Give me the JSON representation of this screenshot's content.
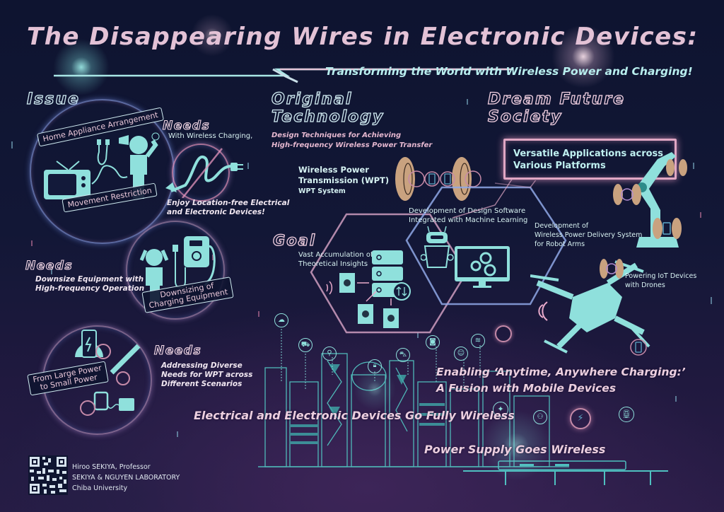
{
  "header": {
    "title": "The Disappearing Wires in Electronic Devices:",
    "subtitle": "Transforming the World with Wireless Power and Charging!"
  },
  "issue": {
    "heading": "Issue",
    "tags": {
      "home_appliance": "Home Appliance Arrangement",
      "movement": "Movement Restriction",
      "downsizing_line1": "Downsizing of",
      "downsizing_line2": "Charging Equipment",
      "large_small_line1": "From Large Power",
      "large_small_line2": "to Small Power"
    }
  },
  "needs": [
    {
      "heading": "Needs",
      "intro": "With Wireless Charging,",
      "lines": [
        "Enjoy Location-free Electrical",
        "and Electronic Devices!"
      ]
    },
    {
      "heading": "Needs",
      "lines": [
        "Downsize Equipment with",
        "High-frequency Operation"
      ]
    },
    {
      "heading": "Needs",
      "lines": [
        "Addressing Diverse",
        "Needs for WPT across",
        "Different Scenarios"
      ]
    }
  ],
  "original_technology": {
    "heading_line1": "Original",
    "heading_line2": "Technology",
    "desc_line1": "Design Techniques for Achieving",
    "desc_line2": "High-frequency Wireless Power Transfer",
    "wpt_line1": "Wireless Power",
    "wpt_line2": "Transmission (WPT)",
    "wpt_system": "WPT System"
  },
  "goal": {
    "heading": "Goal",
    "insights_line1": "Vast Accumulation of",
    "insights_line2": "Theoretical Insights",
    "software_line1": "Development of Design Software",
    "software_line2": "Integrated with Machine Learning"
  },
  "dream_future": {
    "heading_line1": "Dream Future",
    "heading_line2": "Society",
    "box_line1": "Versatile Applications across",
    "box_line2": "Various Platforms",
    "robot_line1": "Development of",
    "robot_line2": "Wireless Power Delivery System",
    "robot_line3": "for Robot Arms",
    "drone_line1": "Powering IoT Devices",
    "drone_line2": "with Drones"
  },
  "city": {
    "mobile_line1": "Enabling ‘Anytime, Anywhere Charging:’",
    "mobile_line2": "A Fusion with Mobile Devices",
    "fully_wireless": "Electrical and Electronic Devices Go Fully Wireless",
    "power_supply": "Power Supply Goes Wireless",
    "icons": [
      "cloud-icon",
      "cart-icon",
      "search-icon",
      "lock-icon",
      "car-icon",
      "camera-icon",
      "robot-face-icon",
      "wifi-icon",
      "lightbulb-icon",
      "person-icon",
      "battery-icon",
      "train-icon"
    ]
  },
  "credits": {
    "name": "Hiroo SEKIYA, Professor",
    "lab": "SEKIYA & NGUYEN LABORATORY",
    "university": "Chiba University"
  },
  "colors": {
    "background": "#121736",
    "pink_text": "#e3c2d6",
    "cyan_text": "#a8ecea",
    "neon_pink": "#e0a7c4",
    "icon_cyan": "#8fe0dc",
    "coil_tan": "#c9a27f"
  }
}
